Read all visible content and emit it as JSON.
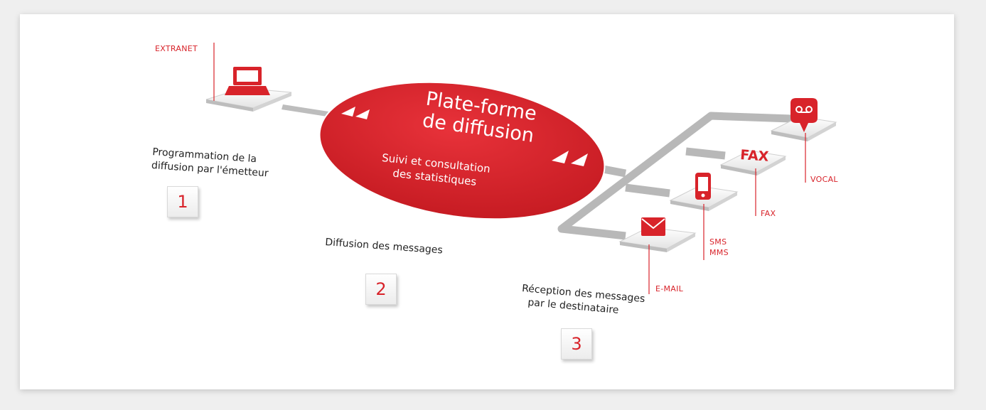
{
  "platform": {
    "title_line1": "Plate-forme",
    "title_line2": "de diffusion",
    "subtitle_line1": "Suivi et consultation",
    "subtitle_line2": "des statistiques"
  },
  "steps": [
    {
      "number": "1",
      "line1": "Programmation de la",
      "line2": "diffusion par l'émetteur"
    },
    {
      "number": "2",
      "line1": "Diffusion des messages",
      "line2": ""
    },
    {
      "number": "3",
      "line1": "Réception des messages",
      "line2": "par le destinataire"
    }
  ],
  "channels": {
    "extranet": "EXTRANET",
    "email": "E-MAIL",
    "sms": "SMS",
    "mms": "MMS",
    "fax": "FAX",
    "fax_icon": "FAX",
    "vocal": "VOCAL"
  },
  "icons": {
    "extranet": "laptop-icon",
    "email": "envelope-icon",
    "sms": "mobile-phone-icon",
    "vocal": "voicemail-icon"
  },
  "colors": {
    "accent": "#d8232a",
    "connector": "#b4b4b4",
    "text": "#222222"
  }
}
